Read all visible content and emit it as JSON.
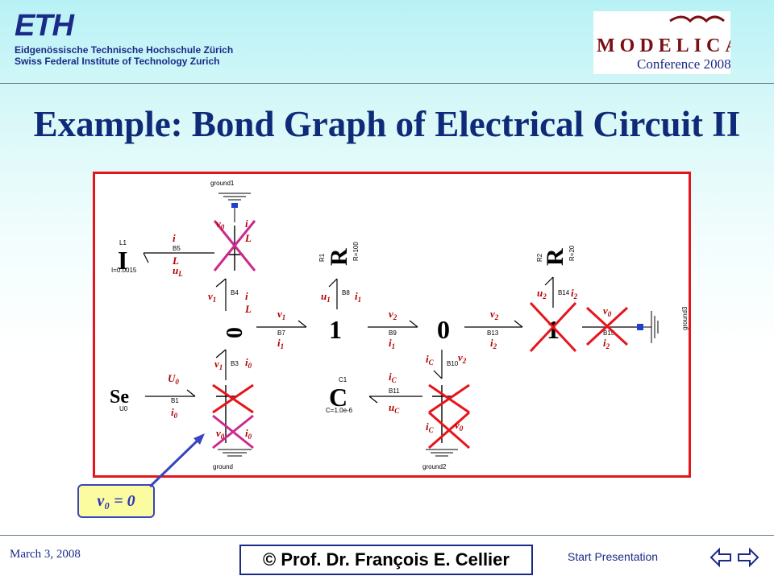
{
  "header": {
    "eth_wordmark": "ETH",
    "eth_line1": "Eidgenössische Technische Hochschule Zürich",
    "eth_line2": "Swiss Federal Institute of Technology Zurich",
    "modelica_wordmark": "MODELICA",
    "conference": "Conference 2008"
  },
  "title": "Example: Bond Graph of Electrical Circuit II",
  "diagram": {
    "components": {
      "ground1": "ground1",
      "ground": "ground",
      "ground2": "ground2",
      "ground3": "ground3",
      "L1": "L1",
      "L1_param": "I=0.0015",
      "U0": "U0",
      "R1": "R1",
      "R1_param": "R=100",
      "R2": "R2",
      "R2_param": "R=20",
      "C1": "C1",
      "C1_param": "C=1.0e-6",
      "B1": "B1",
      "B3": "B3",
      "B4": "B4",
      "B5": "B5",
      "B7": "B7",
      "B8": "B8",
      "B9": "B9",
      "B10": "B10",
      "B11": "B11",
      "B13": "B13",
      "B14": "B14",
      "B15": "B15"
    },
    "elements": {
      "I": "I",
      "Se": "Se",
      "R": "R",
      "C": "C",
      "j0": "0",
      "j1": "1",
      "j2": "0",
      "j3": "1"
    }
  },
  "callout": "v₀ = 0",
  "footer": {
    "date": "March 3, 2008",
    "copyright": "© Prof. Dr. François E. Cellier",
    "start": "Start Presentation"
  },
  "colors": {
    "title": "#0e2a78",
    "frame": "#e5151b",
    "cross": "#cc2b8e",
    "label": "#b30000",
    "callout_bg": "#fbfca0"
  },
  "icons": [
    "back-arrow-icon",
    "forward-arrow-icon"
  ]
}
